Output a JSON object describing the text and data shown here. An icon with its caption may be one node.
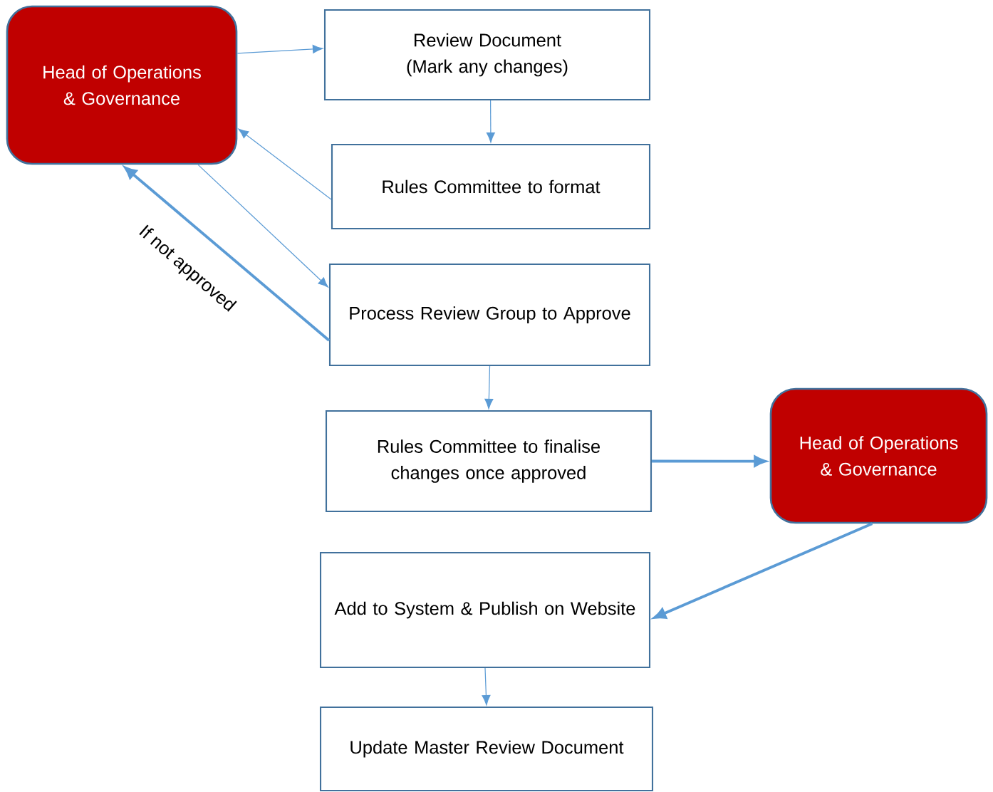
{
  "diagram": {
    "nodes": [
      {
        "text": [
          "Head of Operations & Governance"
        ]
      },
      {
        "text": [
          "Review Document (Mark any changes)"
        ]
      },
      {
        "text": [
          "Rules Committee to format"
        ]
      },
      {
        "text": [
          "Process Review Group to Approve"
        ]
      },
      {
        "text": [
          "Rules Committee to finalise changes once approved"
        ]
      },
      {
        "text": [
          "Head of Operations & Governance"
        ]
      },
      {
        "text": [
          "Add to System & Publish on Website"
        ]
      },
      {
        "text": [
          "Update Master Review Document"
        ]
      }
    ],
    "edges": [
      {
        "from": 0,
        "to": 1,
        "arrow": "to"
      },
      {
        "from": 1,
        "to": 2,
        "arrow": "to"
      },
      {
        "from": 2,
        "to": 0,
        "arrow": "to"
      },
      {
        "from": 0,
        "to": 3,
        "arrow": "to"
      },
      {
        "from": 3,
        "to": 0,
        "arrow": "to",
        "label": "If not approved",
        "style": "thick"
      },
      {
        "from": 3,
        "to": 4,
        "arrow": "to"
      },
      {
        "from": 4,
        "to": 5,
        "arrow": "to",
        "style": "thick"
      },
      {
        "from": 5,
        "to": 6,
        "arrow": "to",
        "style": "thick"
      },
      {
        "from": 6,
        "to": 7,
        "arrow": "to"
      }
    ]
  }
}
